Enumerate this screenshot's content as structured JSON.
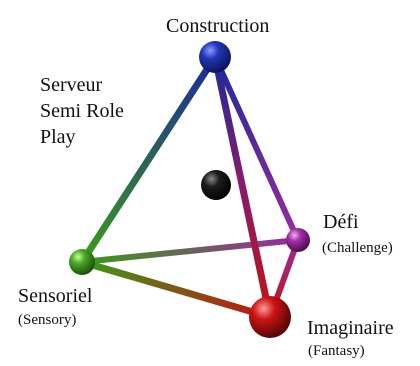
{
  "vertices": {
    "construction": {
      "label": "Construction",
      "sublabel": "",
      "color": "#1f2f9a"
    },
    "defi": {
      "label": "Défi",
      "sublabel": "(Challenge)",
      "color": "#9a2fa0"
    },
    "sensoriel": {
      "label": "Sensoriel",
      "sublabel": "(Sensory)",
      "color": "#3f9a22"
    },
    "imaginaire": {
      "label": "Imaginaire",
      "sublabel": "(Fantasy)",
      "color": "#c41414"
    }
  },
  "center_point": {
    "color": "#151515"
  },
  "caption": [
    "Serveur",
    "Semi Role",
    "Play"
  ]
}
